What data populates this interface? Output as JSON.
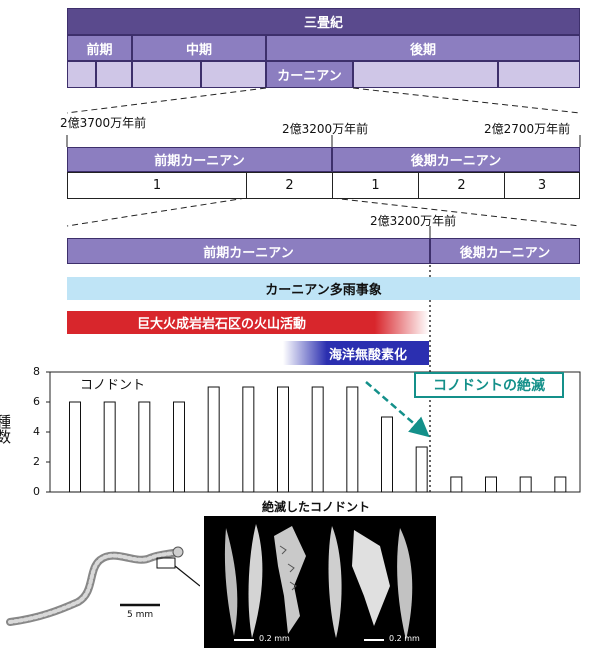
{
  "timeline": {
    "period": "三畳紀",
    "epochs": [
      "前期",
      "中期",
      "後期"
    ],
    "highlighted_stage": "カーニアン",
    "dates": [
      "2億3700万年前",
      "2億3200万年前",
      "2億2700万年前"
    ],
    "substages": [
      "前期カーニアン",
      "後期カーニアン"
    ],
    "subdivisions": [
      "1",
      "2",
      "1",
      "2",
      "3"
    ],
    "detail_date": "2億3200万年前",
    "detail_substages": [
      "前期カーニアン",
      "後期カーニアン"
    ]
  },
  "events": {
    "rain": "カーニアン多雨事象",
    "volcanism": "巨大火成岩岩石区の火山活動",
    "anoxia": "海洋無酸素化"
  },
  "colors": {
    "period_bar": "#5a4a8d",
    "stage_bar": "#8c7ec0",
    "light_bar": "#cfc6e7",
    "rain_band": "#bfe4f6",
    "volcanism_band": "#d8262c",
    "anoxia_band": "#2b2fb0",
    "extinction_arrow": "#14908a"
  },
  "chart_data": {
    "type": "bar",
    "series_label": "コノドント",
    "ylabel": "種数",
    "ylim": [
      0,
      8
    ],
    "yticks": [
      0,
      2,
      4,
      6,
      8
    ],
    "values": [
      6,
      6,
      6,
      6,
      7,
      7,
      7,
      7,
      7,
      5,
      3,
      1,
      1,
      1,
      1
    ]
  },
  "callout": {
    "label": "コノドントの絶滅"
  },
  "photos": {
    "caption": "絶滅したコノドント",
    "scale_animal": "5 mm",
    "scale_left": "0.2 mm",
    "scale_right": "0.2 mm"
  }
}
